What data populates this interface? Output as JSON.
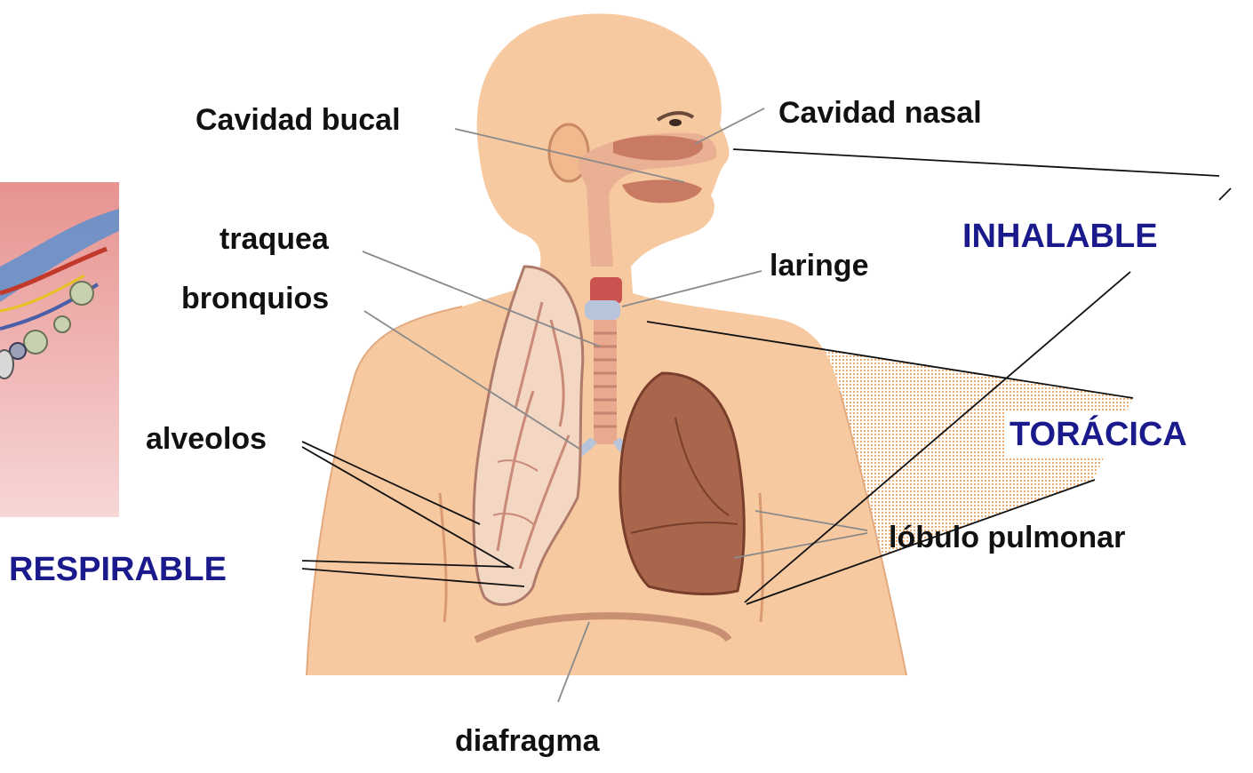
{
  "labels": {
    "cavidad_bucal": "Cavidad bucal",
    "cavidad_nasal": "Cavidad nasal",
    "traquea": "traquea",
    "bronquios": "bronquios",
    "laringe": "laringe",
    "alveolos": "alveolos",
    "lobulo_pulmonar": "lóbulo pulmonar",
    "diafragma": "diafragma"
  },
  "fractions": {
    "inhalable": "INHALABLE",
    "toracica": "TORÁCICA",
    "respirable": "RESPIRABLE"
  },
  "colors": {
    "label_text": "#111111",
    "fraction_text": "#1a1a8c",
    "skin": "#f7c9a0",
    "right_lung": "#a9664c",
    "left_lung": "#f3d7c2",
    "thoracic_region": "#f6b979",
    "airway": "#e9b094"
  }
}
